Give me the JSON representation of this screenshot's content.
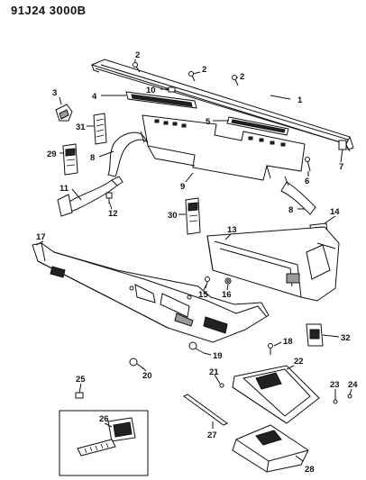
{
  "header": {
    "code": "91J24 3000B"
  },
  "callouts": {
    "c1": "1",
    "c2a": "2",
    "c2b": "2",
    "c2c": "2",
    "c3": "3",
    "c4": "4",
    "c5": "5",
    "c6": "6",
    "c7": "7",
    "c8a": "8",
    "c8b": "8",
    "c9": "9",
    "c10": "10",
    "c11": "11",
    "c12": "12",
    "c13": "13",
    "c14": "14",
    "c15": "15",
    "c16": "16",
    "c17": "17",
    "c18": "18",
    "c19": "19",
    "c20": "20",
    "c21": "21",
    "c22": "22",
    "c23": "23",
    "c24": "24",
    "c25": "25",
    "c26": "26",
    "c27": "27",
    "c28": "28",
    "c29": "29",
    "c30": "30",
    "c31": "31",
    "c32": "32"
  }
}
